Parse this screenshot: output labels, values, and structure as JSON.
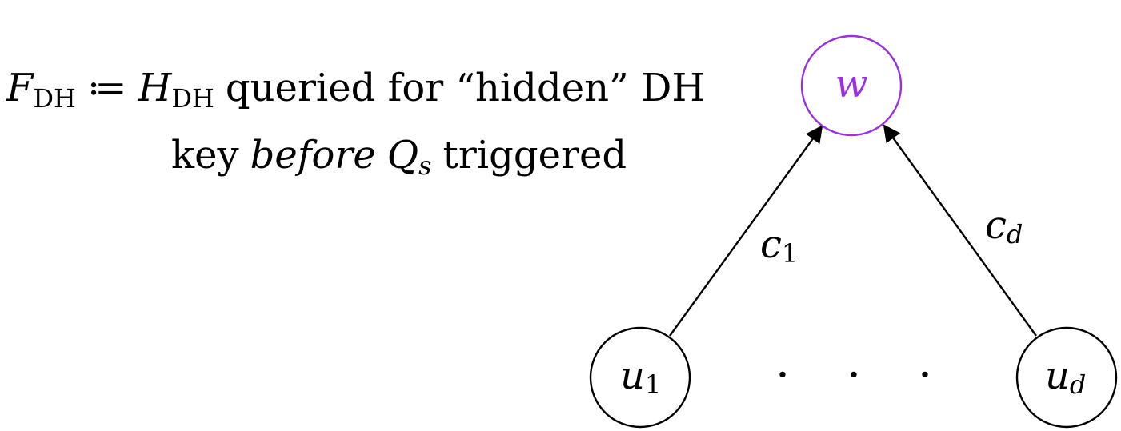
{
  "caption": {
    "line1": {
      "lhs_symbol": "F",
      "lhs_subscript": "DH",
      "assign_op": "≔",
      "rhs_symbol": "H",
      "rhs_subscript": "DH",
      "rest": "queried for “hidden” DH"
    },
    "line2": {
      "word1": "key",
      "emph": "before",
      "query_symbol": "Q",
      "query_subscript": "s",
      "rest": "triggered"
    }
  },
  "nodes": {
    "top": {
      "label": "w",
      "color": "#9b30e0"
    },
    "left": {
      "label": "u",
      "subscript": "1",
      "color": "#000000"
    },
    "right": {
      "label": "u",
      "subscript": "d",
      "color": "#000000"
    }
  },
  "edges": {
    "left": {
      "label": "c",
      "subscript": "1"
    },
    "right": {
      "label": "c",
      "subscript": "d"
    }
  },
  "ellipsis": "·",
  "edge_color": "#000000"
}
